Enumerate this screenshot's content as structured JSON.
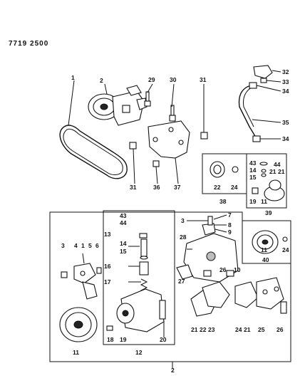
{
  "header": {
    "code": "7719 2500"
  },
  "labels": {
    "belt": "1",
    "pump_assembly": "2",
    "bolt_29": "29",
    "bolt_30": "30",
    "nut_31_top": "31",
    "clip_32": "32",
    "part_33": "33",
    "clip_34_top": "34",
    "hose_35": "35",
    "clip_34_bot": "34",
    "nut_31_bot": "31",
    "stud_36": "36",
    "bracket_37": "37",
    "kit38_22": "22",
    "kit38_24": "24",
    "kit38": "38",
    "kit39_43": "43",
    "kit39_44": "44",
    "kit39_14": "14",
    "kit39_21a": "21",
    "kit39_21b": "21",
    "kit39_15": "15",
    "kit39_19": "19",
    "kit39_11": "11",
    "kit39": "39",
    "valve_43": "43",
    "valve_44": "44",
    "valve_13": "13",
    "valve_14": "14",
    "valve_15": "15",
    "valve_16": "16",
    "valve_17": "17",
    "body_19": "19",
    "pin_18": "18",
    "body_20": "20",
    "body_12": "12",
    "l_3": "3",
    "l_4": "4",
    "l_1": "1",
    "l_5": "5",
    "l_6": "6",
    "pulley_11": "11",
    "cover_3": "3",
    "cover_7": "7",
    "cover_8": "8",
    "cover_9": "9",
    "cover_28": "28",
    "cover_10": "10",
    "cover_26a": "26",
    "cover_27": "27",
    "g_21a": "21",
    "g_22": "22",
    "g_23": "23",
    "g_24": "24",
    "g_21b": "21",
    "g_25": "25",
    "g_26": "26",
    "pulley40_11": "11",
    "pulley40_24": "24",
    "pulley40": "40",
    "assembly_2": "2"
  }
}
